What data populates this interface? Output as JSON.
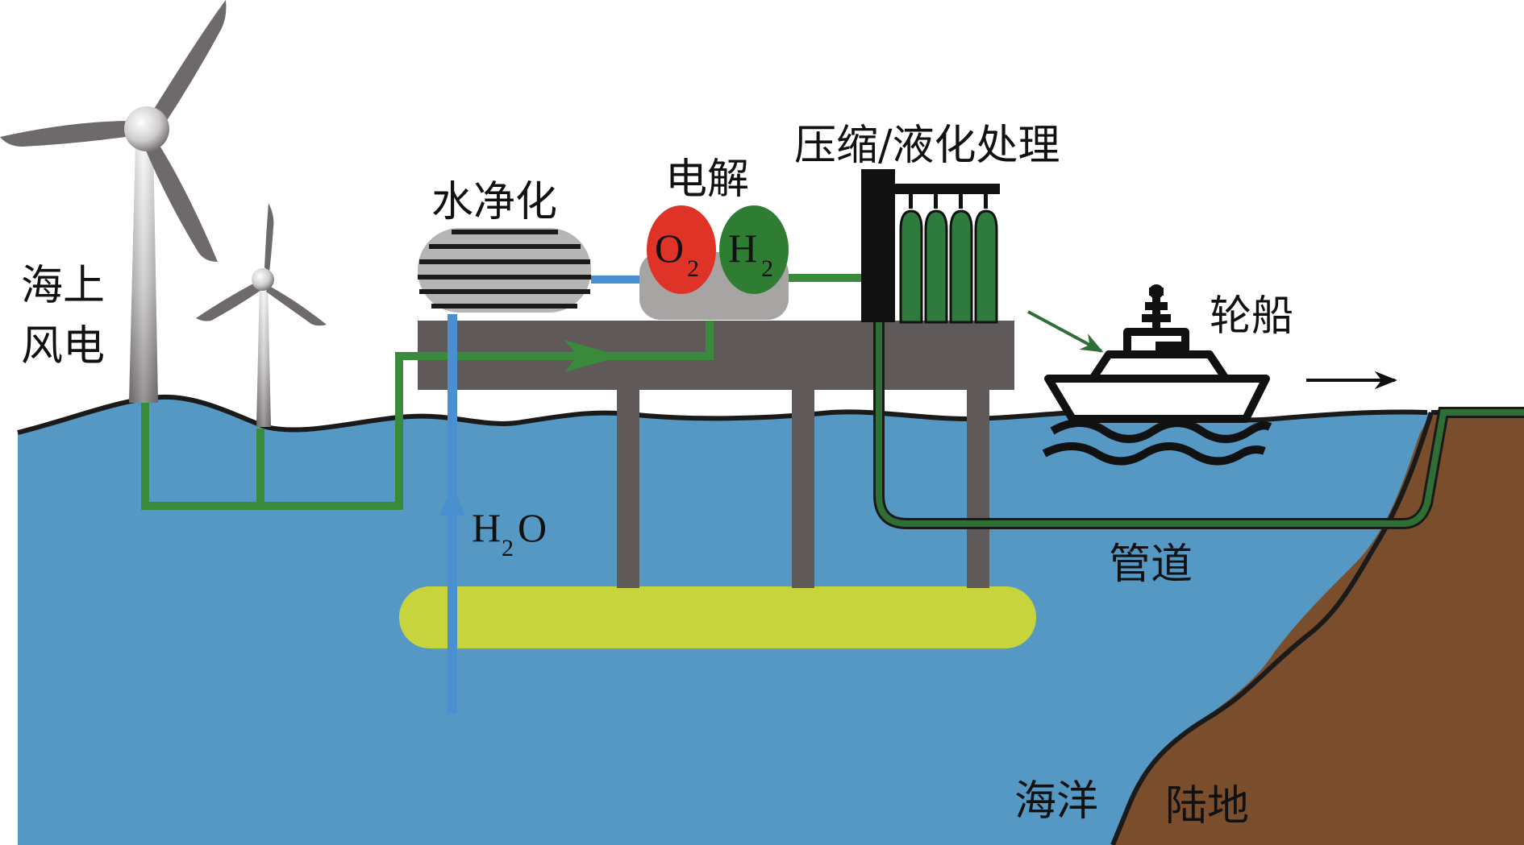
{
  "labels": {
    "offshore_wind_line1": "海上",
    "offshore_wind_line2": "风电",
    "water_purification": "水净化",
    "electrolysis": "电解",
    "compression": "压缩/液化处理",
    "ship": "轮船",
    "pipeline": "管道",
    "ocean": "海洋",
    "land": "陆地",
    "o2_base": "O",
    "o2_sub": "2",
    "h2_base": "H",
    "h2_sub": "2",
    "h2o_h": "H",
    "h2o_sub": "2",
    "h2o_o": "O"
  },
  "colors": {
    "sea": "#5698c4",
    "land": "#7a4e2c",
    "platform": "#5f5959",
    "float": "#c8d43d",
    "power_line": "#3a8a3c",
    "pipeline": "#2f6e35",
    "water_line": "#4a8fd0",
    "oxygen": "#e03328",
    "hydrogen": "#2f7d33",
    "turbine": "#6e6a6b",
    "cylinder": "#2f7a3d"
  },
  "icons": [
    "wind-turbine-icon",
    "ship-icon",
    "gas-cylinder-icon",
    "arrow-right-icon"
  ]
}
